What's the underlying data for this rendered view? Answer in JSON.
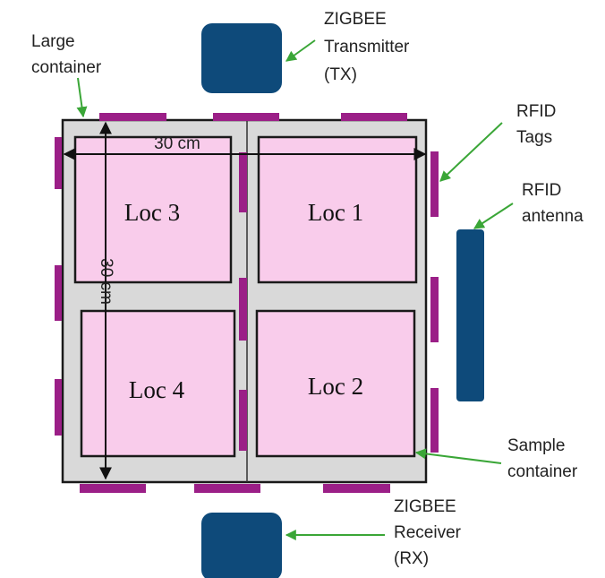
{
  "colors": {
    "background": "#ffffff",
    "container_fill": "#d9d9d9",
    "location_fill": "#f9cceb",
    "tag_color": "#9b1f87",
    "device_color": "#0e4a7a",
    "arrow_green": "#3aa637",
    "outline": "#1a1a1a"
  },
  "labels": {
    "transmitter": [
      "ZIGBEE",
      "Transmitter",
      "(TX)"
    ],
    "receiver": [
      "ZIGBEE",
      "Receiver",
      "(RX)"
    ],
    "large_container": [
      "Large",
      "container"
    ],
    "rfid_tags": [
      "RFID",
      "Tags"
    ],
    "rfid_antenna": [
      "RFID",
      "antenna"
    ],
    "sample_container": [
      "Sample",
      "container"
    ]
  },
  "locations": {
    "loc1": "Loc 1",
    "loc2": "Loc 2",
    "loc3": "Loc 3",
    "loc4": "Loc 4"
  },
  "dimensions": {
    "width": "30 cm",
    "height": "30 cm"
  }
}
